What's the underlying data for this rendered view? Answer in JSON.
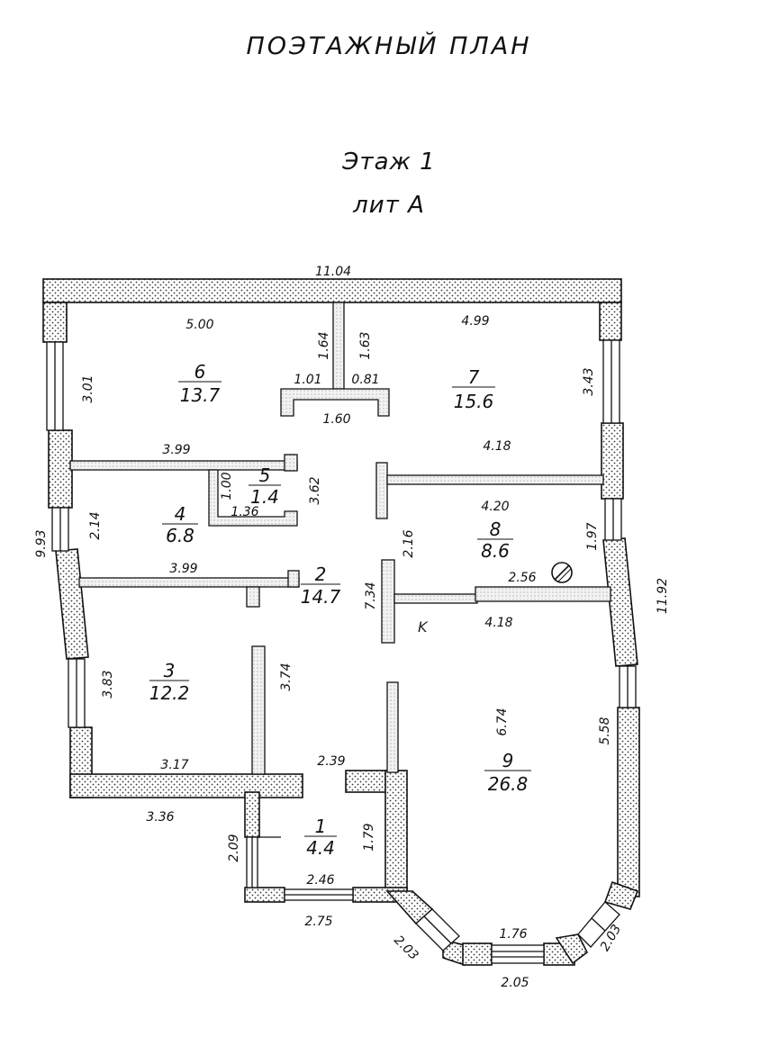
{
  "header": {
    "title": "ПОЭТАЖНЫЙ ПЛАН",
    "floor": "Этаж 1",
    "lit": "лит А"
  },
  "rooms": [
    {
      "num": "1",
      "area": "4.4"
    },
    {
      "num": "2",
      "area": "14.7"
    },
    {
      "num": "3",
      "area": "12.2"
    },
    {
      "num": "4",
      "area": "6.8"
    },
    {
      "num": "5",
      "area": "1.4"
    },
    {
      "num": "6",
      "area": "13.7"
    },
    {
      "num": "7",
      "area": "15.6"
    },
    {
      "num": "8",
      "area": "8.6"
    },
    {
      "num": "9",
      "area": "26.8"
    }
  ],
  "dimensions": {
    "top_overall": "11.04",
    "left_overall": "9.93",
    "right_overall": "11.92",
    "r6_width": "5.00",
    "r6_height": "3.01",
    "r6_stub_left": "1.64",
    "r6_stub_bottom": "1.01",
    "r7_stub_left": "1.63",
    "r7_stub_bottom": "0.81",
    "stub_total": "1.60",
    "r7_width": "4.99",
    "r7_height": "3.43",
    "r7_bottom": "4.18",
    "r4_top": "3.99",
    "r5_height": "1.00",
    "r5_width": "1.36",
    "r2_height_upper": "3.62",
    "r4_height": "2.14",
    "r8_top": "4.20",
    "r8_height_left": "2.16",
    "r8_height_right": "1.97",
    "r4_bottom": "3.99",
    "r8_bottom_part": "2.56",
    "r2_height": "7.34",
    "r8_bottom": "4.18",
    "r3_height": "3.83",
    "r3_partition": "3.74",
    "r9_height": "6.74",
    "r9_right": "5.58",
    "r3_bottom": "3.17",
    "corridor_width": "2.39",
    "outer_bottom_left": "3.36",
    "r1_left": "2.09",
    "r1_right": "1.79",
    "r1_bottom": "2.46",
    "entry_bottom": "2.75",
    "bay_left": "2.03",
    "bay_window": "1.76",
    "bay_right": "2.03",
    "bay_bottom": "2.05"
  },
  "marks": {
    "note_k": "K"
  }
}
